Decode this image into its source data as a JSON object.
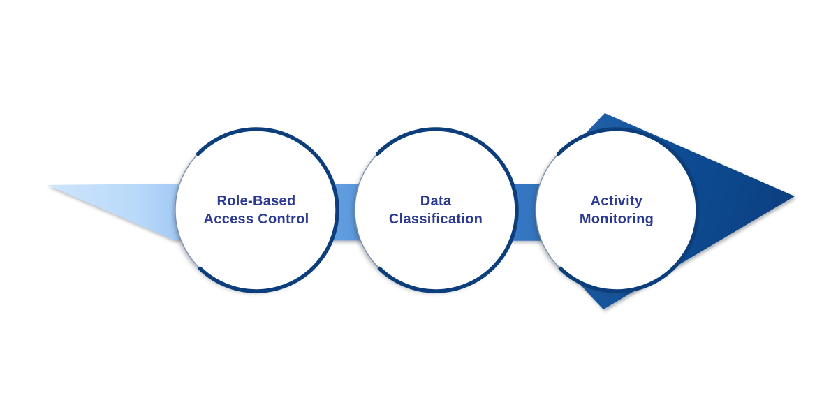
{
  "diagram": {
    "type": "horizontal-process-arrow",
    "description": "Three-step process flow inside an arrow pointing right",
    "steps": [
      {
        "label": "Role-Based\nAccess Control"
      },
      {
        "label": "Data\nClassification"
      },
      {
        "label": "Activity\nMonitoring"
      }
    ],
    "colors": {
      "text_navy": "#2B3990",
      "ring_navy": "#0D3E7C",
      "hairline": "#7C8FAE",
      "circle_fill": "#FFFFFF",
      "band_light": "#CEE5FC",
      "band_light2": "#B9D9FA",
      "band_soft": "#90BDF0",
      "band_mid": "#5E9BDE",
      "band_deep": "#3879C5",
      "band_deeper": "#17569A",
      "arrow_mid": "#2F6DB4",
      "arrow_deep": "#0D4C94",
      "arrow_dark": "#093F80"
    }
  }
}
